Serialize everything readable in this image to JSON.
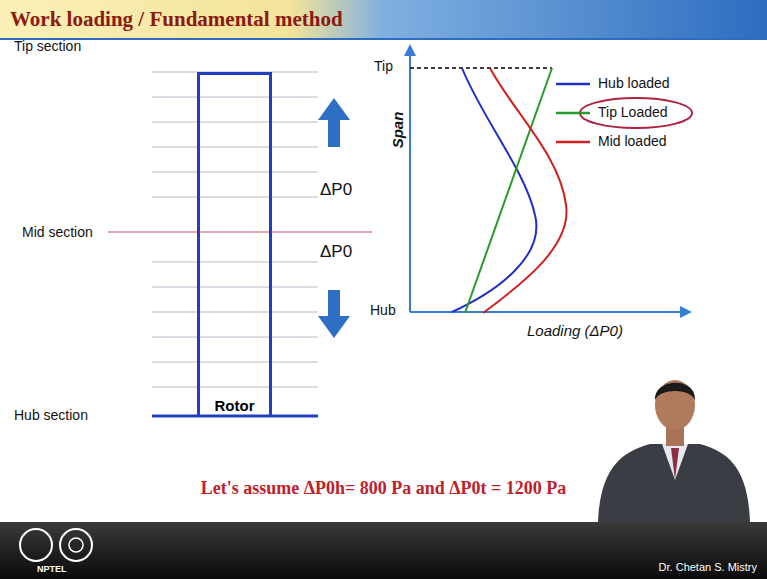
{
  "diagram": {
    "title": "Work loading / Fundamental method",
    "nodes": [
      {
        "text": [
          "Rotor"
        ]
      }
    ],
    "labels": [
      "Tip section",
      "Mid section",
      "Hub section",
      "ΔP0",
      "ΔP0",
      "Tip",
      "Span",
      "Hub",
      "Loading (ΔP0)",
      "Let's assume ΔP0h= 800 Pa and ΔP0t = 1200 Pa",
      "NPTEL",
      "Dr. Chetan S. Mistry"
    ],
    "legend": [
      {
        "text": "Hub loaded"
      },
      {
        "text": "Tip Loaded"
      },
      {
        "text": "Mid loaded"
      }
    ]
  }
}
